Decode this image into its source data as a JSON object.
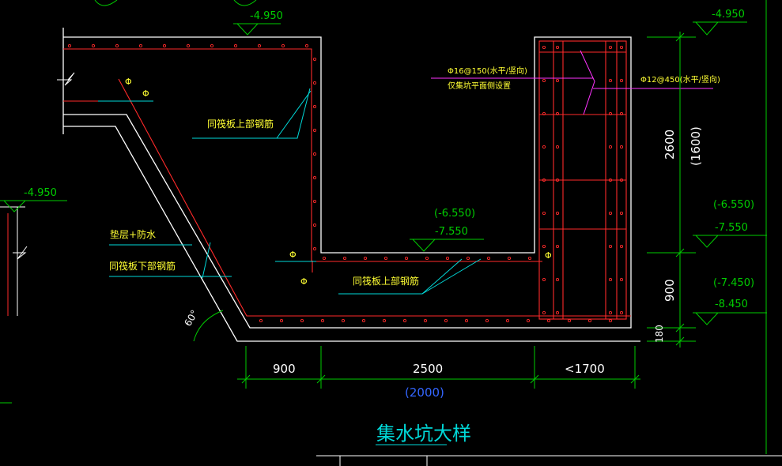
{
  "drawing": {
    "title": "集水坑大样",
    "elevations": {
      "top_left": "-4.950",
      "top_right": "-4.950",
      "left_edge": "-4.950",
      "pit_floor_paren": "(-6.550)",
      "pit_floor": "-7.550",
      "right_mid_paren": "(-6.550)",
      "right_mid": "-7.550",
      "right_low_paren": "(-7.450)",
      "right_low": "-8.450"
    },
    "labels": {
      "raft_top_rebar_upper": "同筏板上部钢筋",
      "raft_top_rebar_lower": "同筏板上部钢筋",
      "raft_bottom_rebar": "同筏板下部钢筋",
      "cushion_waterproof": "垫层+防水",
      "wall_rebar_spec": "Φ16@150(水平/竖向)",
      "wall_rebar_note": "仅集坑平面侧设置",
      "outer_rebar_spec": "Φ12@450(水平/竖向)",
      "angle": "60°",
      "bar_symbol": "Φ"
    },
    "dimensions": {
      "slope_width": "900",
      "pit_width": "2500",
      "pit_width_alt": "(2000)",
      "wall_width": "<1700",
      "wall_height": "2600",
      "wall_height_alt": "(1600)",
      "base_depth": "900",
      "bottom_thickness": "180"
    },
    "colors": {
      "background": "#000000",
      "outline": "#ffffff",
      "rebar": "#ff2a2a",
      "dimension": "#00cc00",
      "leader": "#00d8d8",
      "annotation": "#ffff33",
      "magenta": "#ff33ff"
    }
  }
}
